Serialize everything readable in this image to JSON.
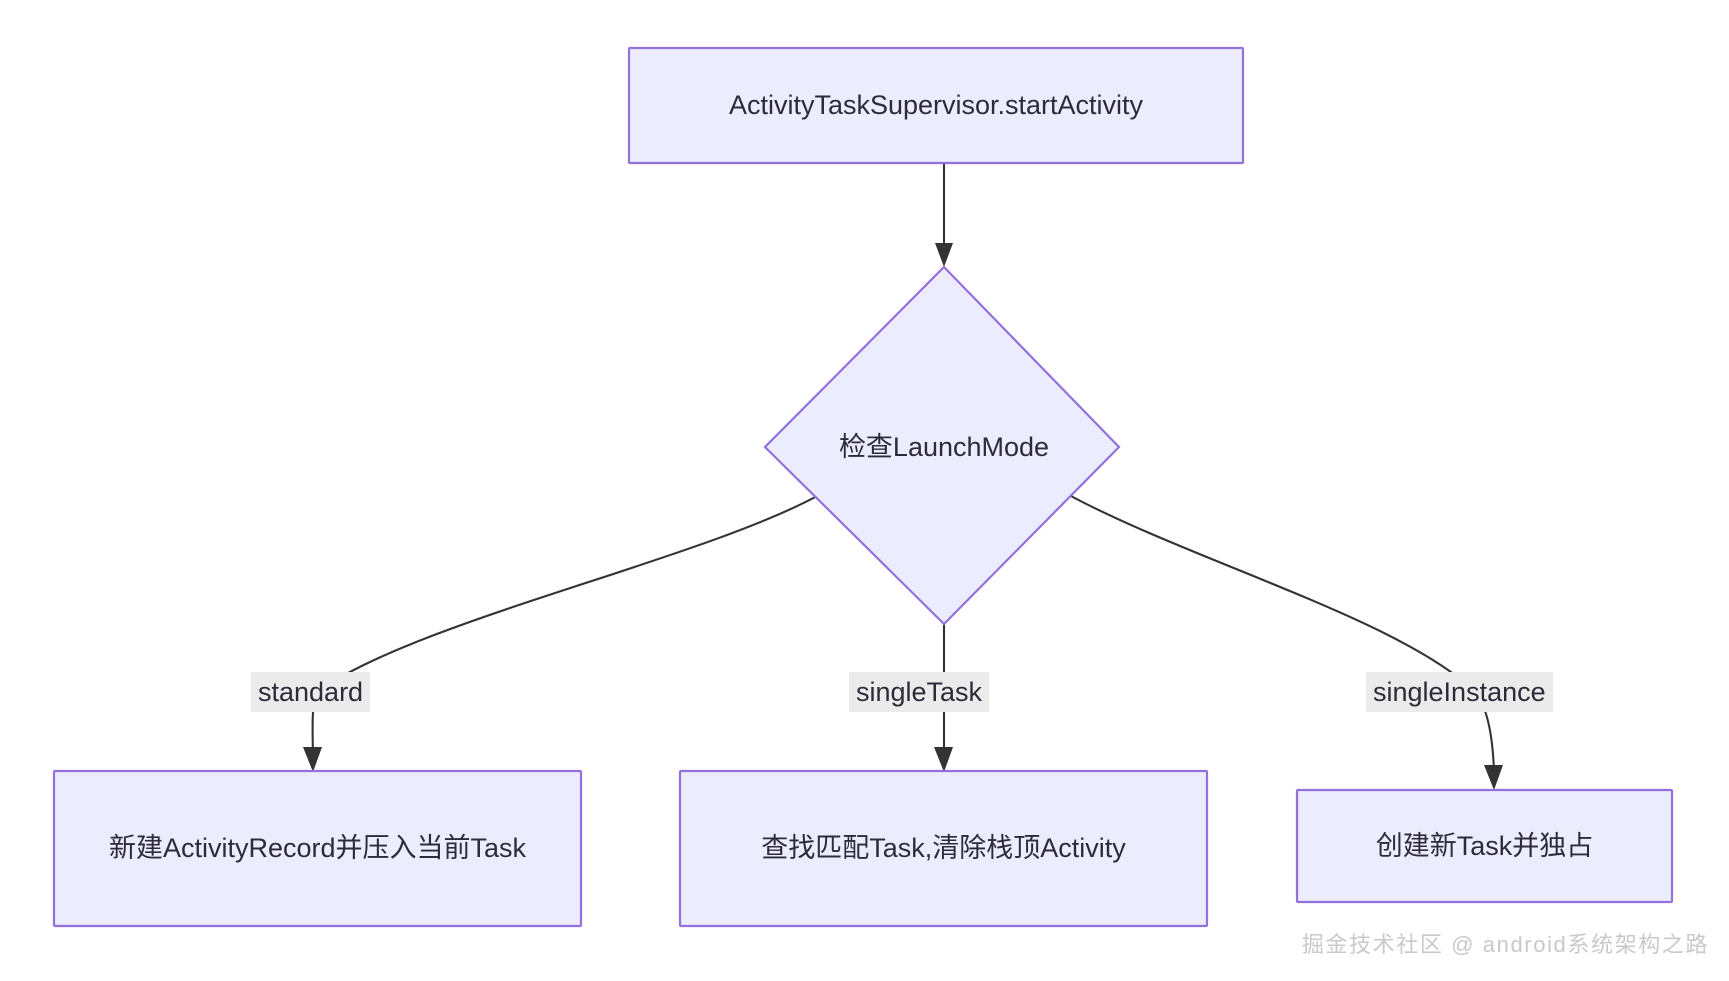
{
  "diagram": {
    "type": "flowchart",
    "direction": "top-down",
    "theme": {
      "node_fill": "#ececff",
      "node_border": "#9370db",
      "node_text": "#2b2b3a",
      "edge_stroke": "#333333",
      "edge_label_bg": "#ebebeb",
      "canvas_bg": "#ffffff",
      "watermark_color": "#c9c9c9"
    },
    "nodes": [
      {
        "id": "start",
        "shape": "rect",
        "label": "ActivityTaskSupervisor.startActivity"
      },
      {
        "id": "decision",
        "shape": "diamond",
        "label": "检查LaunchMode"
      },
      {
        "id": "standard-result",
        "shape": "rect",
        "label": "新建ActivityRecord并压入当前Task"
      },
      {
        "id": "singletask-result",
        "shape": "rect",
        "label": "查找匹配Task,清除栈顶Activity"
      },
      {
        "id": "singleinstance-result",
        "shape": "rect",
        "label": "创建新Task并独占"
      }
    ],
    "edges": [
      {
        "id": "e0",
        "from": "start",
        "to": "decision",
        "label": ""
      },
      {
        "id": "e1",
        "from": "decision",
        "to": "standard-result",
        "label": "standard"
      },
      {
        "id": "e2",
        "from": "decision",
        "to": "singletask-result",
        "label": "singleTask"
      },
      {
        "id": "e3",
        "from": "decision",
        "to": "singleinstance-result",
        "label": "singleInstance"
      }
    ]
  },
  "watermark": {
    "text": "掘金技术社区 @ android系统架构之路"
  }
}
